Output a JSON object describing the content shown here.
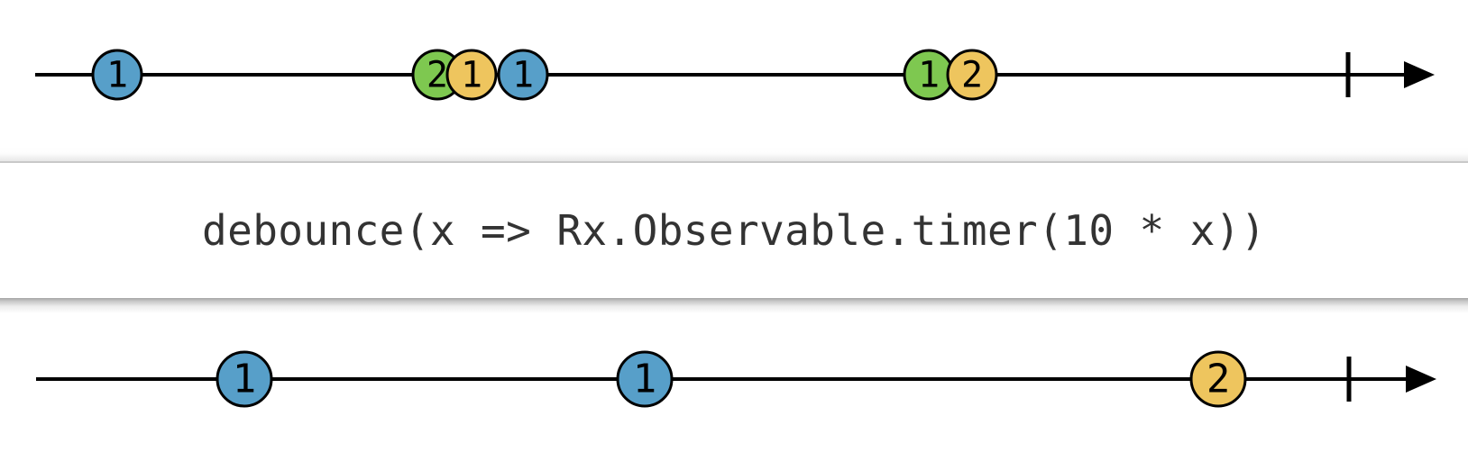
{
  "colors": {
    "marble_blue": "#579fc9",
    "marble_green": "#7ec850",
    "marble_yellow": "#eec55e",
    "marble_border": "#000000",
    "timeline_stroke": "#000000",
    "operator_text": "#333333"
  },
  "operator": {
    "expression": "debounce(x => Rx.Observable.timer(10 * x))"
  },
  "input_timeline": {
    "interactable": true,
    "marbles": [
      {
        "value": "1",
        "color": "marble_blue",
        "x_pct": 7.99
      },
      {
        "value": "2",
        "color": "marble_green",
        "x_pct": 29.79
      },
      {
        "value": "1",
        "color": "marble_yellow",
        "x_pct": 32.13
      },
      {
        "value": "1",
        "color": "marble_blue",
        "x_pct": 35.63
      },
      {
        "value": "1",
        "color": "marble_green",
        "x_pct": 63.27
      },
      {
        "value": "2",
        "color": "marble_yellow",
        "x_pct": 66.22
      }
    ],
    "complete_x_pct": 91.83
  },
  "output_timeline": {
    "interactable": false,
    "marbles": [
      {
        "value": "1",
        "color": "marble_blue",
        "x_pct": 16.65
      },
      {
        "value": "1",
        "color": "marble_blue",
        "x_pct": 43.92
      },
      {
        "value": "2",
        "color": "marble_yellow",
        "x_pct": 82.99
      }
    ],
    "complete_x_pct": 91.89
  }
}
